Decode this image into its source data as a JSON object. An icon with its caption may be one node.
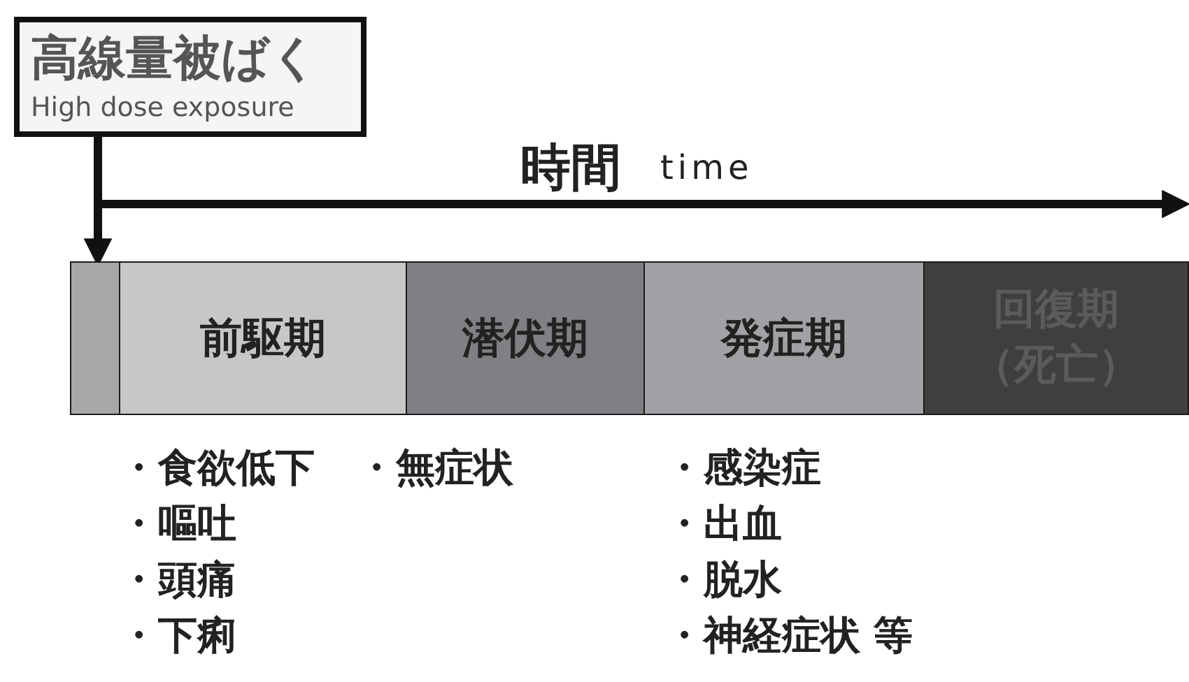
{
  "diagram": {
    "nodes": [
      {
        "text": [
          "高線量被ばく",
          "High dose exposure"
        ]
      },
      {
        "text": [],
        "shape": "bar"
      },
      {
        "text": [
          "前駆期"
        ],
        "beside": [
          "・食欲低下",
          "・嘔吐",
          "・頭痛",
          "・下痢"
        ]
      },
      {
        "text": [
          "潜伏期"
        ],
        "beside": [
          "・無症状"
        ]
      },
      {
        "text": [
          "発症期"
        ],
        "beside": [
          "・感染症",
          "・出血",
          "・脱水",
          "・神経症状 等"
        ]
      },
      {
        "text": [
          "回復期（死亡）"
        ]
      }
    ],
    "edges": [
      {
        "from": 0,
        "to": 1,
        "arrow": "to"
      }
    ],
    "labels": [
      "時間",
      "time"
    ]
  }
}
